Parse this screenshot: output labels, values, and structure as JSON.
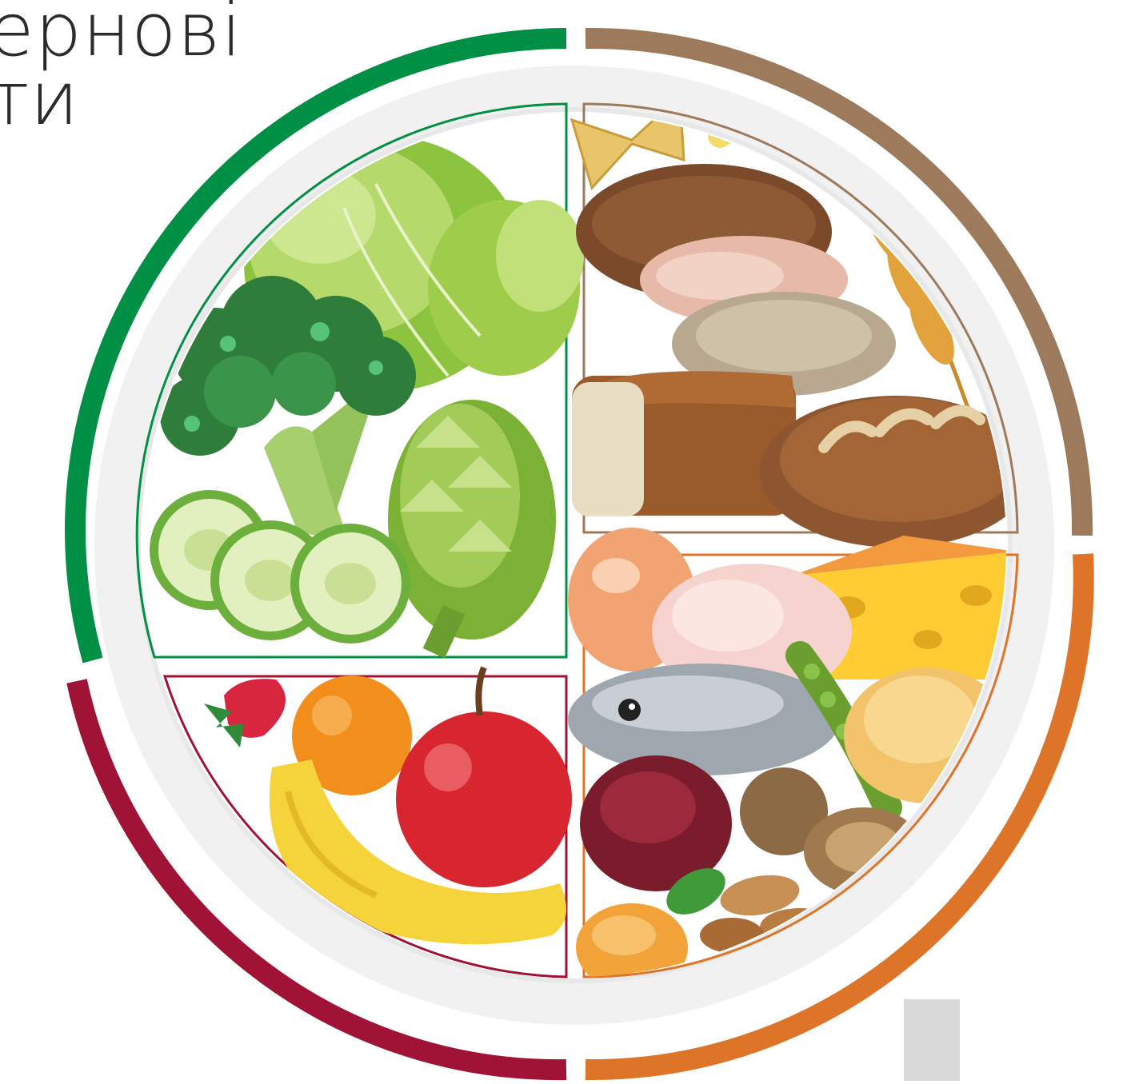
{
  "caption": {
    "line1": "ернові",
    "line2": "ти"
  },
  "plate": {
    "sections": [
      {
        "name": "vegetables",
        "color": "#009045"
      },
      {
        "name": "grains",
        "color": "#9E7A5C"
      },
      {
        "name": "proteins",
        "color": "#DD7428"
      },
      {
        "name": "fruits",
        "color": "#A01236"
      }
    ],
    "rim_color": "#f1f1f1"
  }
}
